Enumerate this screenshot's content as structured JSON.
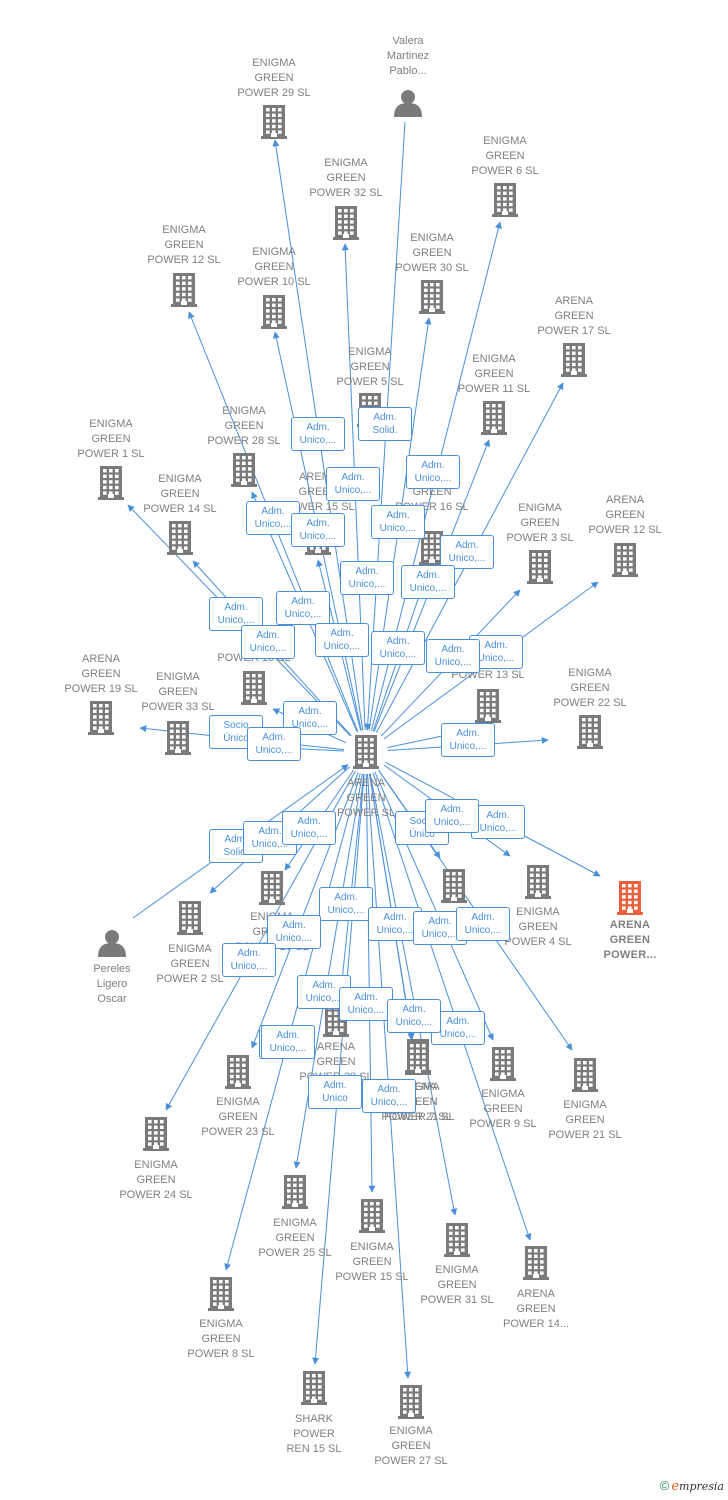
{
  "colors": {
    "line": "#4a90d9",
    "node": "#7a7a7a",
    "highlight": "#e8613c",
    "label": "#808080"
  },
  "hub": {
    "id": "hub",
    "label": "ARENA\nGREEN\nPOWER  SL"
  },
  "nodes": [
    {
      "id": "valera",
      "kind": "person",
      "label": "Valera\nMartinez\nPablo..."
    },
    {
      "id": "pereles",
      "kind": "person",
      "label": "Pereles\nLigero\nOscar"
    },
    {
      "id": "eg29",
      "kind": "company",
      "label": "ENIGMA\nGREEN\nPOWER 29  SL"
    },
    {
      "id": "eg32",
      "kind": "company",
      "label": "ENIGMA\nGREEN\nPOWER 32  SL"
    },
    {
      "id": "eg6",
      "kind": "company",
      "label": "ENIGMA\nGREEN\nPOWER 6  SL"
    },
    {
      "id": "eg12",
      "kind": "company",
      "label": "ENIGMA\nGREEN\nPOWER 12  SL"
    },
    {
      "id": "eg10",
      "kind": "company",
      "label": "ENIGMA\nGREEN\nPOWER 10  SL"
    },
    {
      "id": "eg30",
      "kind": "company",
      "label": "ENIGMA\nGREEN\nPOWER 30  SL"
    },
    {
      "id": "ag17",
      "kind": "company",
      "label": "ARENA\nGREEN\nPOWER 17  SL"
    },
    {
      "id": "eg5",
      "kind": "company",
      "label": "ENIGMA\nGREEN\nPOWER 5  SL"
    },
    {
      "id": "eg11",
      "kind": "company",
      "label": "ENIGMA\nGREEN\nPOWER 11  SL"
    },
    {
      "id": "eg28",
      "kind": "company",
      "label": "ENIGMA\nGREEN\nPOWER 28  SL"
    },
    {
      "id": "eg1",
      "kind": "company",
      "label": "ENIGMA\nGREEN\nPOWER 1  SL"
    },
    {
      "id": "eg14",
      "kind": "company",
      "label": "ENIGMA\nGREEN\nPOWER 14  SL"
    },
    {
      "id": "ag19",
      "kind": "company",
      "label": "ARENA\nGREEN\nPOWER 19  SL"
    },
    {
      "id": "eg33",
      "kind": "company",
      "label": "ENIGMA\nGREEN\nPOWER 33  SL"
    },
    {
      "id": "eg3",
      "kind": "company",
      "label": "ENIGMA\nGREEN\nPOWER 3  SL"
    },
    {
      "id": "ag12",
      "kind": "company",
      "label": "ARENA\nGREEN\nPOWER 12  SL"
    },
    {
      "id": "eg22",
      "kind": "company",
      "label": "ENIGMA\nGREEN\nPOWER 22  SL"
    },
    {
      "id": "p15",
      "kind": "company",
      "label": "ARENA\nGREEN\nPOWER 15  SL"
    },
    {
      "id": "p16",
      "kind": "company",
      "label": "ARENA\nGREEN\nPOWER 16  SL"
    },
    {
      "id": "p13",
      "kind": "company",
      "label": "POWER 13  SL"
    },
    {
      "id": "pgr",
      "kind": "company",
      "label": "GR\nPOWER 18  SL"
    },
    {
      "id": "ag_target",
      "kind": "target",
      "label": "ARENA\nGREEN\nPOWER..."
    },
    {
      "id": "eg4",
      "kind": "company",
      "label": "ENIGMA\nGREEN\nPOWER 4  SL"
    },
    {
      "id": "eg2",
      "kind": "company",
      "label": "ENIGMA\nGREEN\nPOWER 2  SL"
    },
    {
      "id": "pmid1",
      "kind": "company",
      "label": "ENIGMA\nGREEN\nPOWER 26  SL"
    },
    {
      "id": "pmid2",
      "kind": "company",
      "label": "POWER 19  SL"
    },
    {
      "id": "pmid3",
      "kind": "company",
      "label": "ARENA\nGREEN\nPOWER 20  SL"
    },
    {
      "id": "eg23",
      "kind": "company",
      "label": "ENIGMA\nGREEN\nPOWER 23  SL"
    },
    {
      "id": "ag_mid",
      "kind": "company",
      "label": "ARENA\nGREEN\nPOWER 21  SL"
    },
    {
      "id": "eg7",
      "kind": "company",
      "label": "ENIGMA\nGREEN\nPOWER 7  SL"
    },
    {
      "id": "eg9",
      "kind": "company",
      "label": "ENIGMA\nGREEN\nPOWER 9  SL"
    },
    {
      "id": "eg21",
      "kind": "company",
      "label": "ENIGMA\nGREEN\nPOWER 21  SL"
    },
    {
      "id": "eg24",
      "kind": "company",
      "label": "ENIGMA\nGREEN\nPOWER 24  SL"
    },
    {
      "id": "eg25",
      "kind": "company",
      "label": "ENIGMA\nGREEN\nPOWER 25  SL"
    },
    {
      "id": "eg15",
      "kind": "company",
      "label": "ENIGMA\nGREEN\nPOWER 15  SL"
    },
    {
      "id": "eg31",
      "kind": "company",
      "label": "ENIGMA\nGREEN\nPOWER 31  SL"
    },
    {
      "id": "ag14",
      "kind": "company",
      "label": "ARENA\nGREEN\nPOWER 14..."
    },
    {
      "id": "eg8",
      "kind": "company",
      "label": "ENIGMA\nGREEN\nPOWER 8  SL"
    },
    {
      "id": "shark15",
      "kind": "company",
      "label": "SHARK\nPOWER\nREN 15  SL"
    },
    {
      "id": "eg27",
      "kind": "company",
      "label": "ENIGMA\nGREEN\nPOWER 27  SL"
    }
  ],
  "edges": [
    {
      "to": "eg29",
      "label": "Adm.\nUnico,...",
      "dir": "out"
    },
    {
      "to": "valera",
      "label": "Adm.\nSolid.",
      "dir": "in"
    },
    {
      "to": "eg32",
      "label": "Adm.\nUnico,...",
      "dir": "out"
    },
    {
      "to": "eg6",
      "label": "Adm.\nUnico,...",
      "dir": "out"
    },
    {
      "to": "eg12",
      "label": "Adm.\nUnico,...",
      "dir": "out"
    },
    {
      "to": "eg10",
      "label": "Adm.\nUnico,...",
      "dir": "out"
    },
    {
      "to": "eg30",
      "label": "Adm.\nUnico,...",
      "dir": "out"
    },
    {
      "to": "ag17",
      "label": "Adm.\nUnico,...",
      "dir": "out"
    },
    {
      "to": "eg11",
      "label": "Adm.\nUnico,...",
      "dir": "out"
    },
    {
      "to": "eg28",
      "label": "Adm.\nUnico,...",
      "dir": "out"
    },
    {
      "to": "eg1",
      "label": "Adm.\nUnico,...",
      "dir": "out"
    },
    {
      "to": "eg14",
      "label": "Adm.\nUnico,...",
      "dir": "out"
    },
    {
      "to": "ag19",
      "label": "Socio\nÚnico",
      "dir": "out"
    },
    {
      "to": "eg33",
      "label": "Adm.\nUnico,...",
      "dir": "out"
    },
    {
      "to": "eg3",
      "label": "Adm.\nUnico,...",
      "dir": "out"
    },
    {
      "to": "ag12",
      "label": "Adm.\nUnico,...",
      "dir": "out"
    },
    {
      "to": "eg22",
      "label": "Adm.\nUnico,...",
      "dir": "out"
    },
    {
      "to": "p15",
      "label": "Adm.\nUnico,...",
      "dir": "out"
    },
    {
      "to": "p16",
      "label": "Adm.\nUnico,...",
      "dir": "out"
    },
    {
      "to": "p13",
      "label": "Adm.\nUnico,...",
      "dir": "out"
    },
    {
      "to": "pgr",
      "label": "Adm.\nUnico,...",
      "dir": "out"
    },
    {
      "to": "ag_target",
      "label": "Adm.\nUnico,...",
      "dir": "out"
    },
    {
      "to": "eg4",
      "label": "Socio\nÚnico",
      "dir": "out"
    },
    {
      "to": "pereles",
      "label": "Adm.\nSolid.",
      "dir": "in"
    },
    {
      "to": "eg2",
      "label": "Adm.\nUnico,...",
      "dir": "out"
    },
    {
      "to": "pmid1",
      "label": "Adm.\nUnico,...",
      "dir": "out"
    },
    {
      "to": "pmid2",
      "label": "Adm.\nUnico,...",
      "dir": "out"
    },
    {
      "to": "pmid3",
      "label": "Adm.\nUnico,...",
      "dir": "out"
    },
    {
      "to": "eg23",
      "label": "Adm.\nUnico,...",
      "dir": "out"
    },
    {
      "to": "ag_mid",
      "label": "Adm.\nUnico,...",
      "dir": "out"
    },
    {
      "to": "eg7",
      "label": "Adm.\nUnico,...",
      "dir": "out"
    },
    {
      "to": "eg9",
      "label": "Adm.\nUnico,...",
      "dir": "out"
    },
    {
      "to": "eg21",
      "label": "Adm.\nUnico,...",
      "dir": "out"
    },
    {
      "to": "eg24",
      "label": "Adm.\nUnico,...",
      "dir": "out"
    },
    {
      "to": "eg25",
      "label": "Adm.\nUnico",
      "dir": "out"
    },
    {
      "to": "eg15",
      "label": "Adm.\nUnico,...",
      "dir": "out"
    },
    {
      "to": "eg31",
      "label": "Adm.\nUnico,...",
      "dir": "out"
    },
    {
      "to": "ag14",
      "label": "Adm.\nUnico,...",
      "dir": "out"
    },
    {
      "to": "eg8",
      "label": "Adm.\nUnico,...",
      "dir": "out"
    },
    {
      "to": "shark15",
      "label": "Adm.\nUnico,...",
      "dir": "out"
    },
    {
      "to": "eg27",
      "label": "Adm.\nUnico,...",
      "dir": "out"
    }
  ],
  "footer": {
    "copyright": "©",
    "brand_initial": "e",
    "brand_rest": "mpresia"
  }
}
